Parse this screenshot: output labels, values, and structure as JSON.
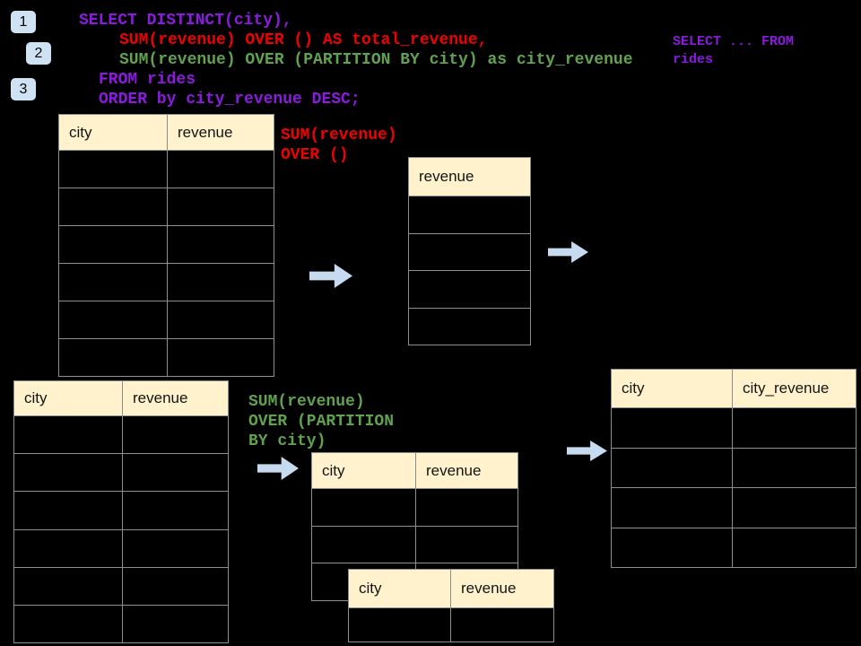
{
  "colors": {
    "background": "#000000",
    "code_purple": "#8c1ae0",
    "code_red": "#f00000",
    "code_green": "#61a24e",
    "table_header_fill": "#fff2cc",
    "table_border": "#8e8e8e",
    "arrow_blue": "#c6dbf0",
    "badge_blue": "#cfe2f3"
  },
  "badges": [
    {
      "label": "1"
    },
    {
      "label": "2"
    },
    {
      "label": "3"
    }
  ],
  "sql": {
    "line1": "SELECT DISTINCT(city),",
    "line2": "SUM(revenue) OVER () AS total_revenue,",
    "line3": "SUM(revenue) OVER (PARTITION BY city) as city_revenue",
    "line4": "FROM rides",
    "line5": "ORDER by city_revenue DESC;"
  },
  "side_note": {
    "line1": "SELECT ... FROM",
    "line2": "rides"
  },
  "annotations": {
    "total_revenue": {
      "line1": "SUM(revenue)",
      "line2": "OVER ()"
    },
    "partition": {
      "line1": "SUM(revenue)",
      "line2": "OVER (PARTITION",
      "line3": "BY city)"
    }
  },
  "tables": {
    "source_top": {
      "headers": [
        "city",
        "revenue"
      ]
    },
    "revenue_only": {
      "headers": [
        "revenue"
      ]
    },
    "source_bottom": {
      "headers": [
        "city",
        "revenue"
      ]
    },
    "partition_mid": {
      "headers": [
        "city",
        "revenue"
      ]
    },
    "partition_overlay": {
      "headers": [
        "city",
        "revenue"
      ]
    },
    "result": {
      "headers": [
        "city",
        "city_revenue"
      ]
    }
  }
}
